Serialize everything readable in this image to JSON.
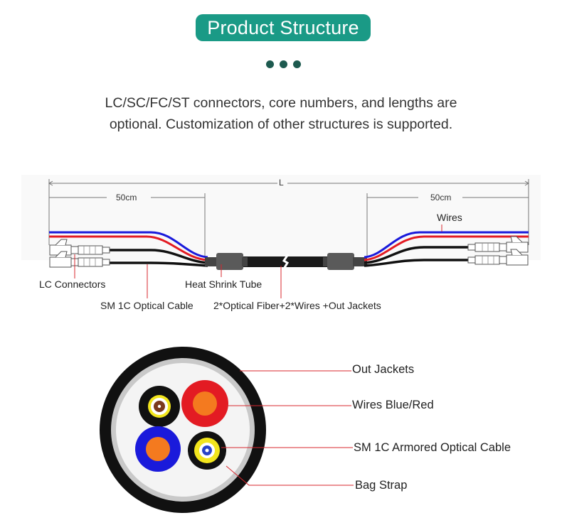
{
  "header": {
    "title": "Product Structure",
    "description_line1": "LC/SC/FC/ST connectors, core numbers, and lengths are",
    "description_line2": "optional. Customization of other structures is supported."
  },
  "cable_diagram": {
    "length_label": "L",
    "left_segment": "50cm",
    "right_segment": "50cm",
    "labels": {
      "wires": "Wires",
      "lc_connectors": "LC Connectors",
      "heat_shrink": "Heat Shrink Tube",
      "sm_cable": "SM 1C Optical Cable",
      "composite": "2*Optical Fiber+2*Wires +Out Jackets"
    }
  },
  "cross_section": {
    "labels": {
      "out_jackets": "Out Jackets",
      "wires": "Wires Blue/Red",
      "armored": "SM 1C Armored Optical Cable",
      "bag_strap": "Bag Strap"
    }
  },
  "colors": {
    "accent": "#1a9a86",
    "wire_red": "#e31b23",
    "wire_blue": "#1a1adb",
    "leader": "#d9272e",
    "core_orange": "#f47a1f",
    "fiber_yellow": "#f2e51d"
  }
}
